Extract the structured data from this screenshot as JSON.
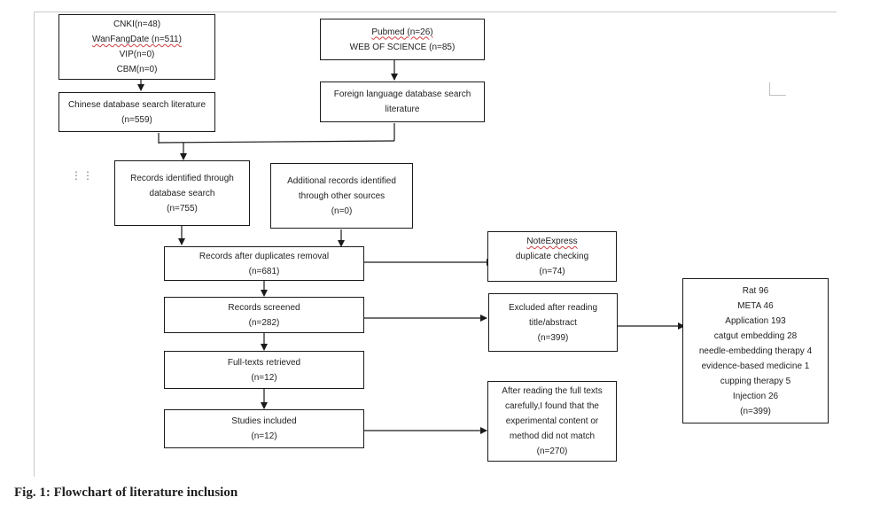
{
  "boxes": {
    "cn_databases": [
      "CNKI(n=48)",
      "WanFangDate (n=511)",
      "VIP(n=0)",
      "CBM(n=0)"
    ],
    "en_databases": [
      "Pubmed (n=26)",
      "WEB OF SCIENCE (n=85)"
    ],
    "chinese_search": [
      "Chinese database search literature",
      "(n=559)"
    ],
    "foreign_search": [
      "Foreign language database search",
      "literature"
    ],
    "records_identified": [
      "Records identified through",
      "database search",
      "(n=755)"
    ],
    "additional_records": [
      "Additional records identified",
      "through other sources",
      "(n=0)"
    ],
    "after_duplicates": [
      "Records after duplicates removal",
      "(n=681)"
    ],
    "noteexpress": [
      "NoteExpress",
      "duplicate checking",
      "(n=74)"
    ],
    "records_screened": [
      "Records screened",
      "(n=282)"
    ],
    "excluded_abstract": [
      "Excluded after reading",
      "title/abstract",
      "(n=399)"
    ],
    "exclusion_breakdown": [
      "Rat 96",
      "META 46",
      "Application   193",
      "catgut embedding   28",
      "needle-embedding therapy 4",
      "evidence-based medicine 1",
      "cupping therapy    5",
      "Injection    26",
      "(n=399)"
    ],
    "full_texts": [
      "Full-texts retrieved",
      "(n=12)"
    ],
    "studies_included": [
      "Studies included",
      "(n=12)"
    ],
    "excluded_fulltext": [
      "After reading the full texts",
      "carefully,I found that the",
      "experimental content or",
      "method did not match",
      "(n=270)"
    ]
  },
  "caption": "Fig. 1: Flowchart of literature inclusion"
}
